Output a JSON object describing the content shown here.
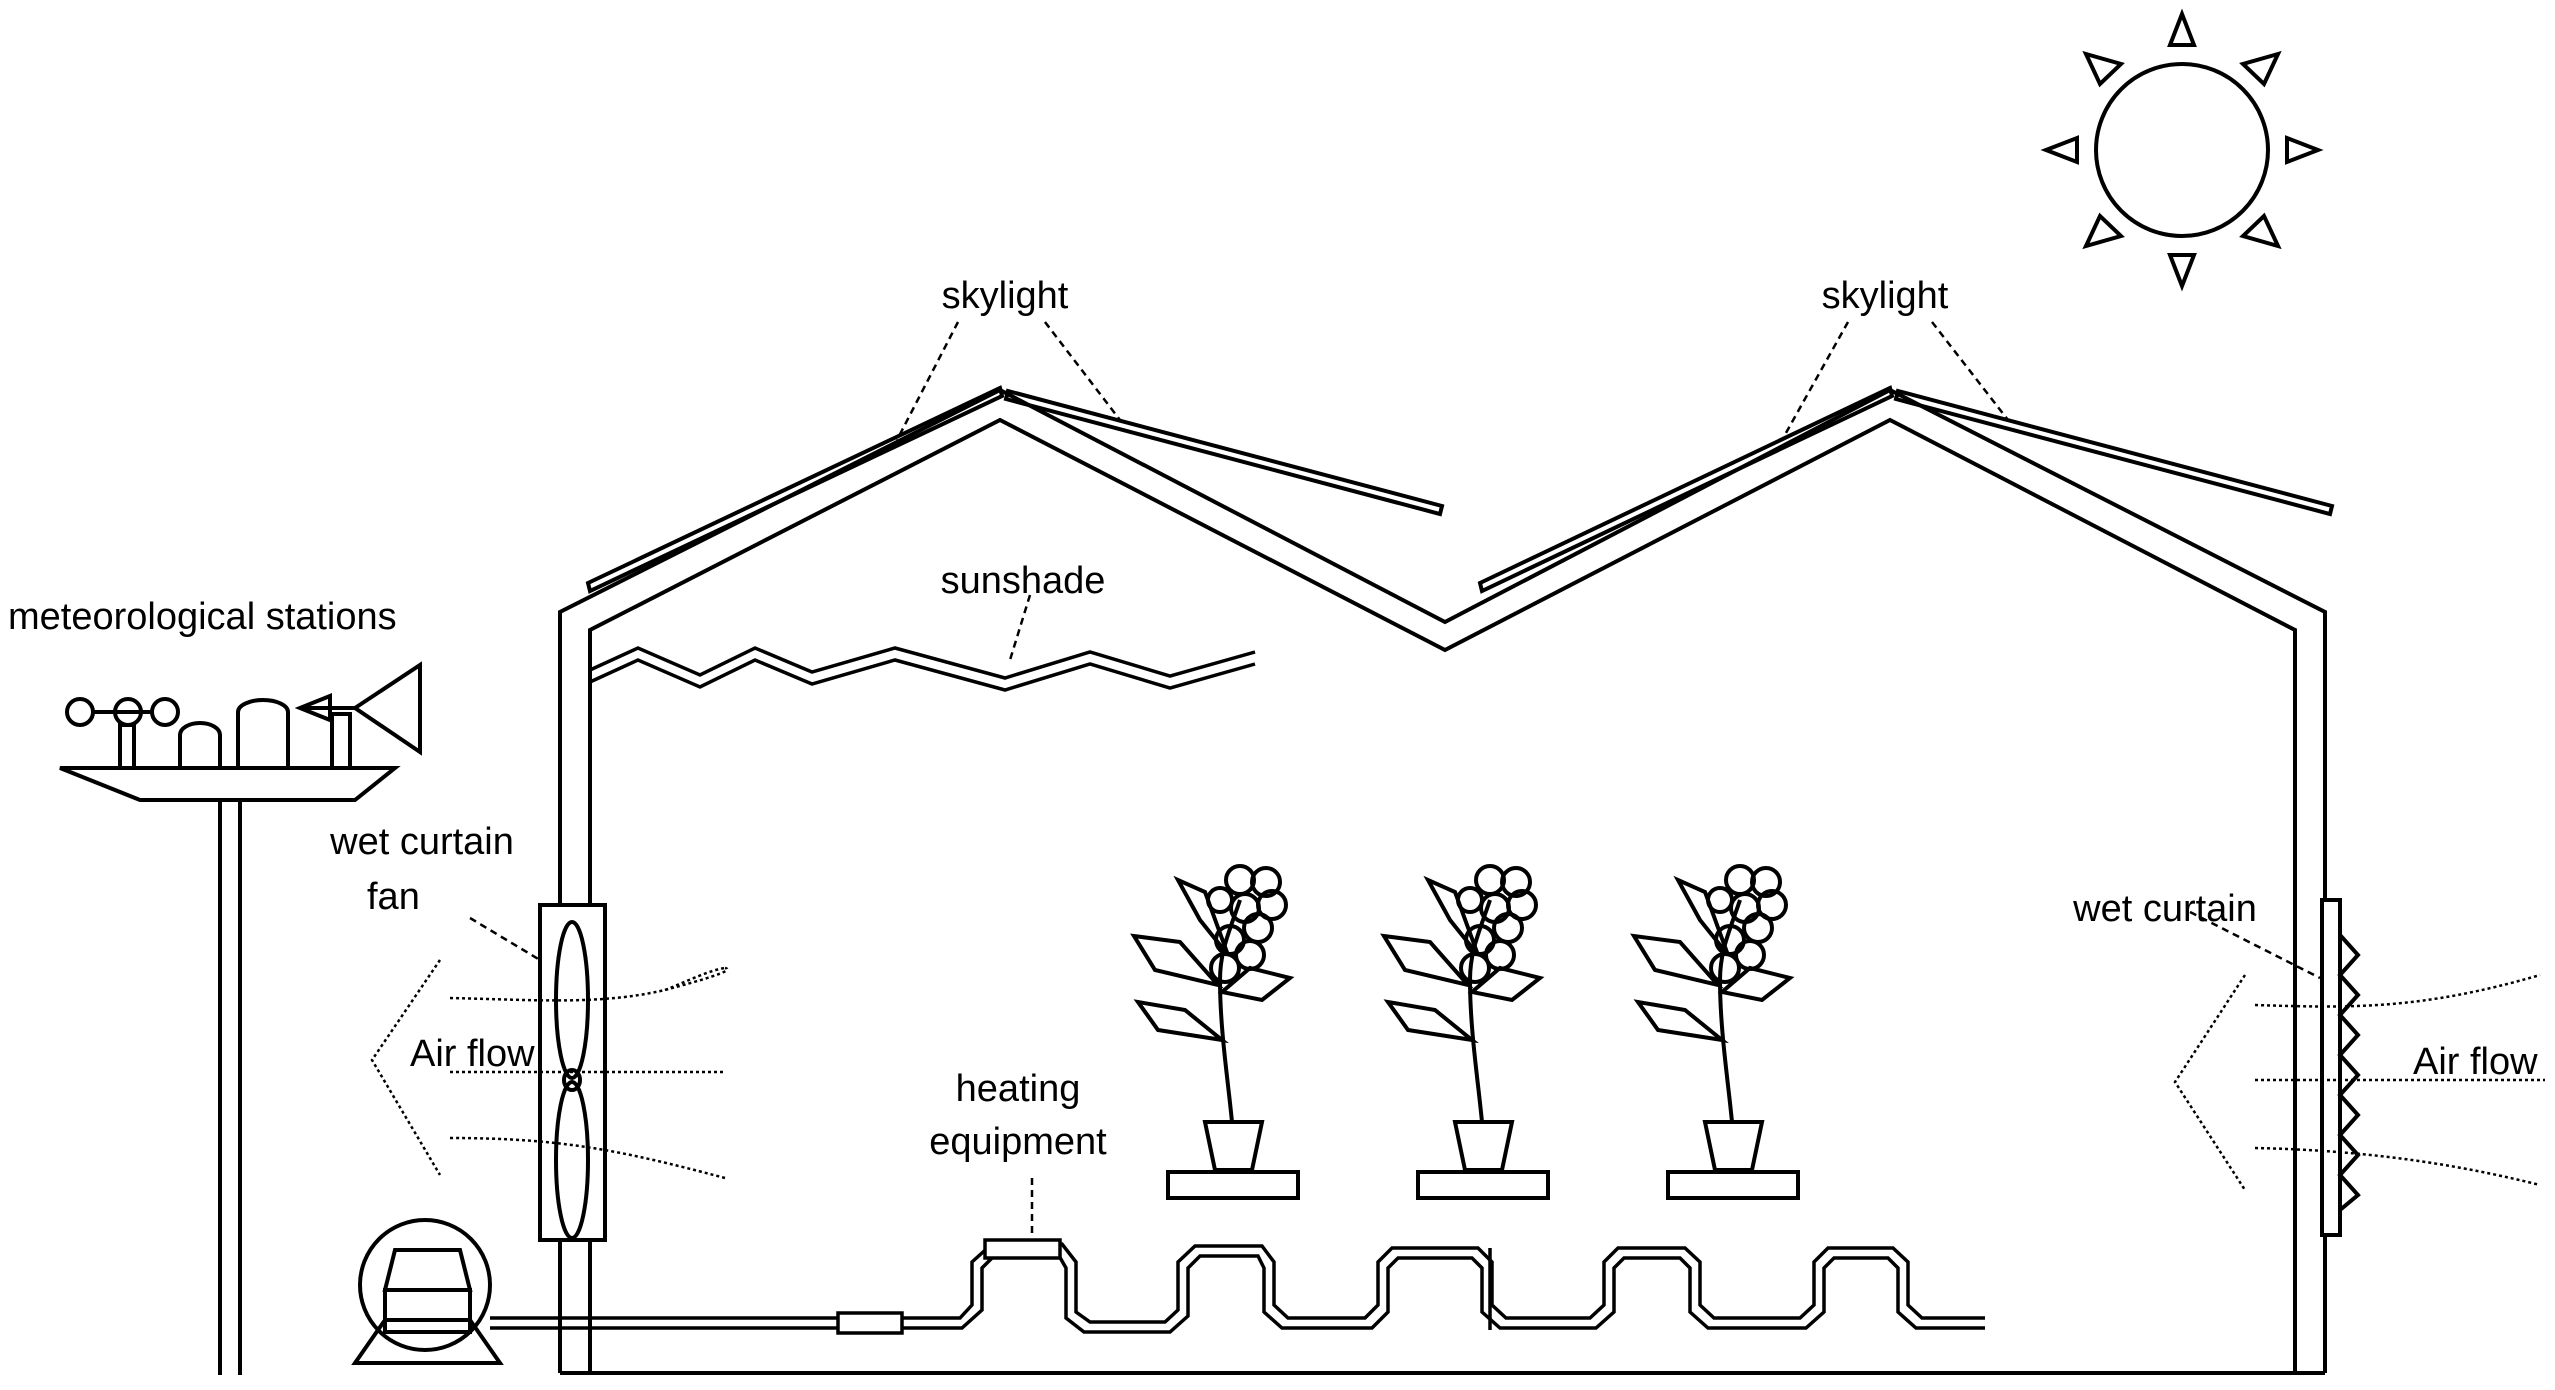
{
  "labels": {
    "skylight_left": "skylight",
    "skylight_right": "skylight",
    "sunshade": "sunshade",
    "meteorological_stations": "meteorological stations",
    "wet_curtain_fan_line1": "wet curtain",
    "wet_curtain_fan_line2": "fan",
    "air_flow_left": "Air flow",
    "heating_equipment_line1": "heating",
    "heating_equipment_line2": "equipment",
    "wet_curtain": "wet curtain",
    "air_flow_right": "Air flow"
  },
  "colors": {
    "stroke": "#000000",
    "background": "#ffffff"
  },
  "plant_count": 3
}
